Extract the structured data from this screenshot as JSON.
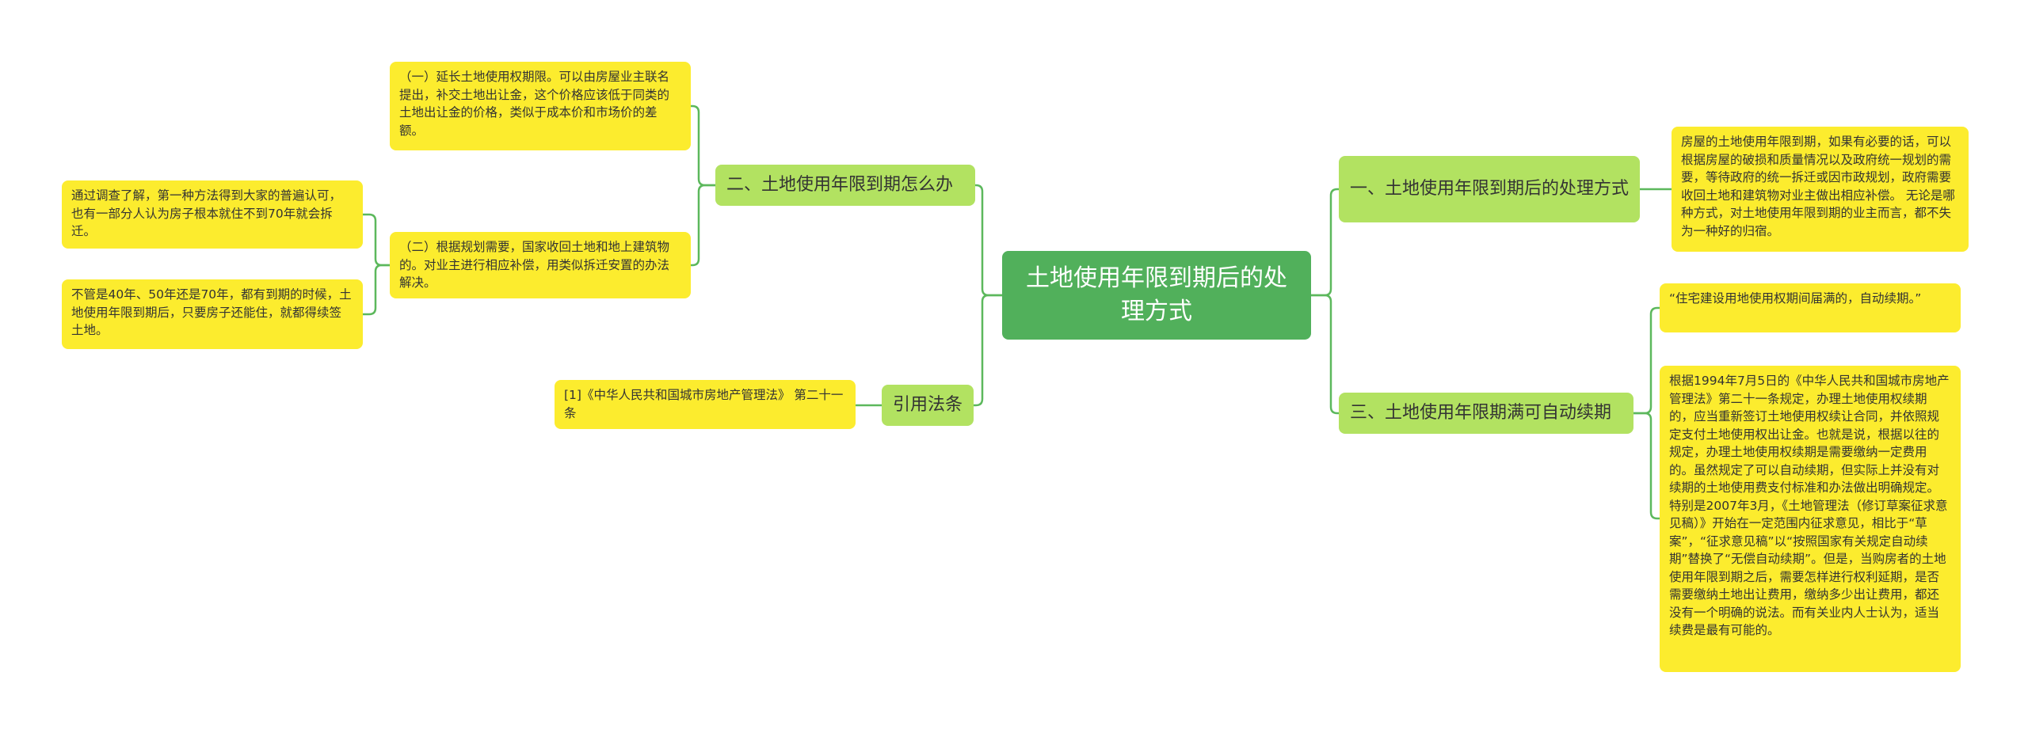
{
  "root": {
    "text": "土地使用年限到期后的处理方式"
  },
  "branches": {
    "b1": "一、土地使用年限到期后的处理方式",
    "b2": "二、土地使用年限到期怎么办",
    "b3": "三、土地使用年限期满可自动续期",
    "b4": "引用法条"
  },
  "leaves": {
    "l1": "房屋的土地使用年限到期，如果有必要的话，可以根据房屋的破损和质量情况以及政府统一规划的需要，等待政府的统一拆迁或因市政规划，政府需要收回土地和建筑物对业主做出相应补偿。 无论是哪种方式，对土地使用年限到期的业主而言，都不失为一种好的归宿。",
    "l2": "（一）延长土地使用权期限。可以由房屋业主联名提出，补交土地出让金，这个价格应该低于同类的土地出让金的价格，类似于成本价和市场价的差额。",
    "l3": "（二）根据规划需要，国家收回土地和地上建筑物的。对业主进行相应补偿，用类似拆迁安置的办法解决。",
    "l4": "通过调查了解，第一种方法得到大家的普遍认可，也有一部分人认为房子根本就住不到70年就会拆迁。",
    "l5": "不管是40年、50年还是70年，都有到期的时候，土地使用年限到期后，只要房子还能住，就都得续签土地。",
    "l6": "“住宅建设用地使用权期间届满的，自动续期。”",
    "l7": "根据1994年7月5日的《中华人民共和国城市房地产管理法》第二十一条规定，办理土地使用权续期的，应当重新签订土地使用权续让合同，并依照规定支付土地使用权出让金。也就是说，根据以往的规定，办理土地使用权续期是需要缴纳一定费用的。虽然规定了可以自动续期，但实际上并没有对续期的土地使用费支付标准和办法做出明确规定。特别是2007年3月，《土地管理法（修订草案征求意见稿）》开始在一定范围内征求意见，相比于“草案”，“征求意见稿”以“按照国家有关规定自动续期”替换了“无偿自动续期”。但是，当购房者的土地使用年限到期之后，需要怎样进行权利延期，是否需要缴纳土地出让费用，缴纳多少出让费用，都还没有一个明确的说法。而有关业内人士认为，适当续费是最有可能的。",
    "l8": "[1]《中华人民共和国城市房地产管理法》 第二十一条"
  },
  "colors": {
    "root": "#51b05b",
    "branch": "#b2e261",
    "leaf": "#fcec2e",
    "line": "#5cb85c"
  }
}
